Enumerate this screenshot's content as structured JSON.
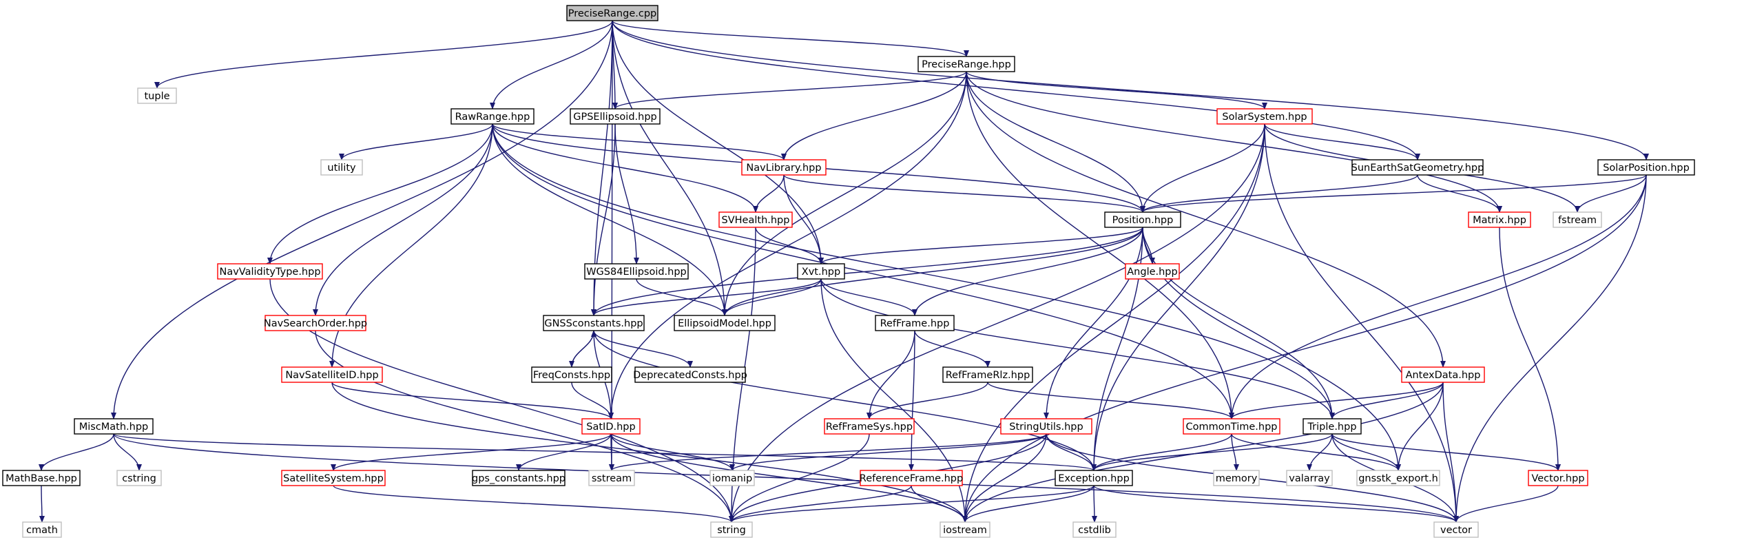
{
  "colors": {
    "edge": "#191970",
    "root_fill": "#bfbfbf",
    "normal_border": "#000000",
    "missing_border": "#ff0000",
    "external_border": "#bfbfbf",
    "node_fill": "#ffffff",
    "text": "#000000"
  },
  "nodes": [
    {
      "id": "PreciseRange_cpp",
      "label": "PreciseRange.cpp",
      "kind": "root"
    },
    {
      "id": "tuple",
      "label": "tuple",
      "kind": "external"
    },
    {
      "id": "PreciseRange_hpp",
      "label": "PreciseRange.hpp",
      "kind": "normal"
    },
    {
      "id": "RawRange_hpp",
      "label": "RawRange.hpp",
      "kind": "normal"
    },
    {
      "id": "GPSEllipsoid_hpp",
      "label": "GPSEllipsoid.hpp",
      "kind": "normal"
    },
    {
      "id": "SolarSystem_hpp",
      "label": "SolarSystem.hpp",
      "kind": "missing"
    },
    {
      "id": "utility",
      "label": "utility",
      "kind": "external"
    },
    {
      "id": "NavLibrary_hpp",
      "label": "NavLibrary.hpp",
      "kind": "missing"
    },
    {
      "id": "SunEarthSatGeometry_hpp",
      "label": "SunEarthSatGeometry.hpp",
      "kind": "normal"
    },
    {
      "id": "SolarPosition_hpp",
      "label": "SolarPosition.hpp",
      "kind": "normal"
    },
    {
      "id": "SVHealth_hpp",
      "label": "SVHealth.hpp",
      "kind": "missing"
    },
    {
      "id": "Position_hpp",
      "label": "Position.hpp",
      "kind": "normal"
    },
    {
      "id": "Matrix_hpp",
      "label": "Matrix.hpp",
      "kind": "missing"
    },
    {
      "id": "fstream",
      "label": "fstream",
      "kind": "external"
    },
    {
      "id": "NavValidityType_hpp",
      "label": "NavValidityType.hpp",
      "kind": "missing"
    },
    {
      "id": "WGS84Ellipsoid_hpp",
      "label": "WGS84Ellipsoid.hpp",
      "kind": "normal"
    },
    {
      "id": "Xvt_hpp",
      "label": "Xvt.hpp",
      "kind": "normal"
    },
    {
      "id": "Angle_hpp",
      "label": "Angle.hpp",
      "kind": "missing"
    },
    {
      "id": "NavSearchOrder_hpp",
      "label": "NavSearchOrder.hpp",
      "kind": "missing"
    },
    {
      "id": "GNSSconstants_hpp",
      "label": "GNSSconstants.hpp",
      "kind": "normal"
    },
    {
      "id": "EllipsoidModel_hpp",
      "label": "EllipsoidModel.hpp",
      "kind": "normal"
    },
    {
      "id": "RefFrame_hpp",
      "label": "RefFrame.hpp",
      "kind": "normal"
    },
    {
      "id": "NavSatelliteID_hpp",
      "label": "NavSatelliteID.hpp",
      "kind": "missing"
    },
    {
      "id": "FreqConsts_hpp",
      "label": "FreqConsts.hpp",
      "kind": "normal"
    },
    {
      "id": "DeprecatedConsts_hpp",
      "label": "DeprecatedConsts.hpp",
      "kind": "normal"
    },
    {
      "id": "RefFrameRlz_hpp",
      "label": "RefFrameRlz.hpp",
      "kind": "normal"
    },
    {
      "id": "AntexData_hpp",
      "label": "AntexData.hpp",
      "kind": "missing"
    },
    {
      "id": "MiscMath_hpp",
      "label": "MiscMath.hpp",
      "kind": "normal"
    },
    {
      "id": "cstring",
      "label": "cstring",
      "kind": "external"
    },
    {
      "id": "SatID_hpp",
      "label": "SatID.hpp",
      "kind": "missing"
    },
    {
      "id": "RefFrameSys_hpp",
      "label": "RefFrameSys.hpp",
      "kind": "missing"
    },
    {
      "id": "StringUtils_hpp",
      "label": "StringUtils.hpp",
      "kind": "missing"
    },
    {
      "id": "CommonTime_hpp",
      "label": "CommonTime.hpp",
      "kind": "missing"
    },
    {
      "id": "Triple_hpp",
      "label": "Triple.hpp",
      "kind": "normal"
    },
    {
      "id": "MathBase_hpp",
      "label": "MathBase.hpp",
      "kind": "normal"
    },
    {
      "id": "SatelliteSystem_hpp",
      "label": "SatelliteSystem.hpp",
      "kind": "missing"
    },
    {
      "id": "gps_constants_hpp",
      "label": "gps_constants.hpp",
      "kind": "normal"
    },
    {
      "id": "sstream",
      "label": "sstream",
      "kind": "external"
    },
    {
      "id": "iomanip",
      "label": "iomanip",
      "kind": "external"
    },
    {
      "id": "ReferenceFrame_hpp",
      "label": "ReferenceFrame.hpp",
      "kind": "missing"
    },
    {
      "id": "Exception_hpp",
      "label": "Exception.hpp",
      "kind": "normal"
    },
    {
      "id": "memory",
      "label": "memory",
      "kind": "external"
    },
    {
      "id": "valarray",
      "label": "valarray",
      "kind": "external"
    },
    {
      "id": "gnsstk_export_h",
      "label": "gnsstk_export.h",
      "kind": "external"
    },
    {
      "id": "Vector_hpp",
      "label": "Vector.hpp",
      "kind": "missing"
    },
    {
      "id": "cmath",
      "label": "cmath",
      "kind": "external"
    },
    {
      "id": "string",
      "label": "string",
      "kind": "external"
    },
    {
      "id": "iostream",
      "label": "iostream",
      "kind": "external"
    },
    {
      "id": "cstdlib",
      "label": "cstdlib",
      "kind": "external"
    },
    {
      "id": "vector",
      "label": "vector",
      "kind": "external"
    }
  ],
  "edges": [
    [
      "PreciseRange_cpp",
      "tuple"
    ],
    [
      "PreciseRange_cpp",
      "PreciseRange_hpp"
    ],
    [
      "PreciseRange_cpp",
      "RawRange_hpp"
    ],
    [
      "PreciseRange_cpp",
      "GPSEllipsoid_hpp"
    ],
    [
      "PreciseRange_cpp",
      "SunEarthSatGeometry_hpp"
    ],
    [
      "PreciseRange_cpp",
      "SolarPosition_hpp"
    ],
    [
      "PreciseRange_cpp",
      "Xvt_hpp"
    ],
    [
      "PreciseRange_cpp",
      "EllipsoidModel_hpp"
    ],
    [
      "PreciseRange_cpp",
      "GNSSconstants_hpp"
    ],
    [
      "PreciseRange_cpp",
      "MiscMath_hpp"
    ],
    [
      "PreciseRange_cpp",
      "sstream"
    ],
    [
      "PreciseRange_hpp",
      "GPSEllipsoid_hpp"
    ],
    [
      "PreciseRange_hpp",
      "SolarSystem_hpp"
    ],
    [
      "PreciseRange_hpp",
      "NavLibrary_hpp"
    ],
    [
      "PreciseRange_hpp",
      "Position_hpp"
    ],
    [
      "PreciseRange_hpp",
      "Matrix_hpp"
    ],
    [
      "PreciseRange_hpp",
      "AntexData_hpp"
    ],
    [
      "PreciseRange_hpp",
      "EllipsoidModel_hpp"
    ],
    [
      "PreciseRange_hpp",
      "SatID_hpp"
    ],
    [
      "PreciseRange_hpp",
      "CommonTime_hpp"
    ],
    [
      "RawRange_hpp",
      "utility"
    ],
    [
      "RawRange_hpp",
      "NavLibrary_hpp"
    ],
    [
      "RawRange_hpp",
      "SVHealth_hpp"
    ],
    [
      "RawRange_hpp",
      "Position_hpp"
    ],
    [
      "RawRange_hpp",
      "NavValidityType_hpp"
    ],
    [
      "RawRange_hpp",
      "NavSearchOrder_hpp"
    ],
    [
      "RawRange_hpp",
      "NavSatelliteID_hpp"
    ],
    [
      "RawRange_hpp",
      "EllipsoidModel_hpp"
    ],
    [
      "RawRange_hpp",
      "CommonTime_hpp"
    ],
    [
      "RawRange_hpp",
      "Triple_hpp"
    ],
    [
      "GPSEllipsoid_hpp",
      "WGS84Ellipsoid_hpp"
    ],
    [
      "GPSEllipsoid_hpp",
      "GNSSconstants_hpp"
    ],
    [
      "SolarSystem_hpp",
      "SunEarthSatGeometry_hpp"
    ],
    [
      "SolarSystem_hpp",
      "Position_hpp"
    ],
    [
      "SolarSystem_hpp",
      "fstream"
    ],
    [
      "SolarSystem_hpp",
      "Exception_hpp"
    ],
    [
      "SolarSystem_hpp",
      "vector"
    ],
    [
      "SolarSystem_hpp",
      "string"
    ],
    [
      "SolarSystem_hpp",
      "iostream"
    ],
    [
      "NavLibrary_hpp",
      "SVHealth_hpp"
    ],
    [
      "NavLibrary_hpp",
      "Xvt_hpp"
    ],
    [
      "NavLibrary_hpp",
      "Position_hpp"
    ],
    [
      "SunEarthSatGeometry_hpp",
      "Position_hpp"
    ],
    [
      "SunEarthSatGeometry_hpp",
      "Matrix_hpp"
    ],
    [
      "SolarPosition_hpp",
      "Position_hpp"
    ],
    [
      "SolarPosition_hpp",
      "fstream"
    ],
    [
      "SolarPosition_hpp",
      "CommonTime_hpp"
    ],
    [
      "SolarPosition_hpp",
      "vector"
    ],
    [
      "SolarPosition_hpp",
      "iostream"
    ],
    [
      "SVHealth_hpp",
      "Xvt_hpp"
    ],
    [
      "SVHealth_hpp",
      "string"
    ],
    [
      "Position_hpp",
      "Xvt_hpp"
    ],
    [
      "Position_hpp",
      "Angle_hpp"
    ],
    [
      "Position_hpp",
      "EllipsoidModel_hpp"
    ],
    [
      "Position_hpp",
      "RefFrame_hpp"
    ],
    [
      "Position_hpp",
      "StringUtils_hpp"
    ],
    [
      "Position_hpp",
      "Triple_hpp"
    ],
    [
      "Position_hpp",
      "Exception_hpp"
    ],
    [
      "Position_hpp",
      "gnsstk_export_h"
    ],
    [
      "Position_hpp",
      "GNSSconstants_hpp"
    ],
    [
      "Matrix_hpp",
      "Vector_hpp"
    ],
    [
      "NavValidityType_hpp",
      "string"
    ],
    [
      "WGS84Ellipsoid_hpp",
      "EllipsoidModel_hpp"
    ],
    [
      "Xvt_hpp",
      "GNSSconstants_hpp"
    ],
    [
      "Xvt_hpp",
      "EllipsoidModel_hpp"
    ],
    [
      "Xvt_hpp",
      "RefFrame_hpp"
    ],
    [
      "Xvt_hpp",
      "Triple_hpp"
    ],
    [
      "Xvt_hpp",
      "iostream"
    ],
    [
      "NavSearchOrder_hpp",
      "string"
    ],
    [
      "GNSSconstants_hpp",
      "FreqConsts_hpp"
    ],
    [
      "GNSSconstants_hpp",
      "DeprecatedConsts_hpp"
    ],
    [
      "GNSSconstants_hpp",
      "SatID_hpp"
    ],
    [
      "GNSSconstants_hpp",
      "Exception_hpp"
    ],
    [
      "FreqConsts_hpp",
      "GNSSconstants_hpp"
    ],
    [
      "FreqConsts_hpp",
      "SatID_hpp"
    ],
    [
      "RefFrame_hpp",
      "RefFrameRlz_hpp"
    ],
    [
      "RefFrame_hpp",
      "RefFrameSys_hpp"
    ],
    [
      "RefFrame_hpp",
      "ReferenceFrame_hpp"
    ],
    [
      "RefFrameRlz_hpp",
      "RefFrameSys_hpp"
    ],
    [
      "RefFrameRlz_hpp",
      "CommonTime_hpp"
    ],
    [
      "NavSatelliteID_hpp",
      "SatID_hpp"
    ],
    [
      "NavSatelliteID_hpp",
      "iostream"
    ],
    [
      "AntexData_hpp",
      "CommonTime_hpp"
    ],
    [
      "AntexData_hpp",
      "Triple_hpp"
    ],
    [
      "AntexData_hpp",
      "gnsstk_export_h"
    ],
    [
      "AntexData_hpp",
      "vector"
    ],
    [
      "AntexData_hpp",
      "iostream"
    ],
    [
      "MiscMath_hpp",
      "MathBase_hpp"
    ],
    [
      "MiscMath_hpp",
      "cstring"
    ],
    [
      "MiscMath_hpp",
      "Exception_hpp"
    ],
    [
      "MiscMath_hpp",
      "vector"
    ],
    [
      "SatID_hpp",
      "SatelliteSystem_hpp"
    ],
    [
      "SatID_hpp",
      "gps_constants_hpp"
    ],
    [
      "SatID_hpp",
      "sstream"
    ],
    [
      "SatID_hpp",
      "iomanip"
    ],
    [
      "SatID_hpp",
      "iostream"
    ],
    [
      "RefFrameSys_hpp",
      "string"
    ],
    [
      "StringUtils_hpp",
      "sstream"
    ],
    [
      "StringUtils_hpp",
      "iomanip"
    ],
    [
      "StringUtils_hpp",
      "Exception_hpp"
    ],
    [
      "StringUtils_hpp",
      "string"
    ],
    [
      "StringUtils_hpp",
      "iostream"
    ],
    [
      "StringUtils_hpp",
      "vector"
    ],
    [
      "CommonTime_hpp",
      "Exception_hpp"
    ],
    [
      "CommonTime_hpp",
      "memory"
    ],
    [
      "CommonTime_hpp",
      "gnsstk_export_h"
    ],
    [
      "Triple_hpp",
      "valarray"
    ],
    [
      "Triple_hpp",
      "gnsstk_export_h"
    ],
    [
      "Triple_hpp",
      "Vector_hpp"
    ],
    [
      "Triple_hpp",
      "vector"
    ],
    [
      "Triple_hpp",
      "Exception_hpp"
    ],
    [
      "MathBase_hpp",
      "cmath"
    ],
    [
      "SatelliteSystem_hpp",
      "string"
    ],
    [
      "ReferenceFrame_hpp",
      "string"
    ],
    [
      "ReferenceFrame_hpp",
      "iostream"
    ],
    [
      "Exception_hpp",
      "string"
    ],
    [
      "Exception_hpp",
      "iostream"
    ],
    [
      "Exception_hpp",
      "cstdlib"
    ],
    [
      "Exception_hpp",
      "vector"
    ],
    [
      "Vector_hpp",
      "vector"
    ]
  ]
}
